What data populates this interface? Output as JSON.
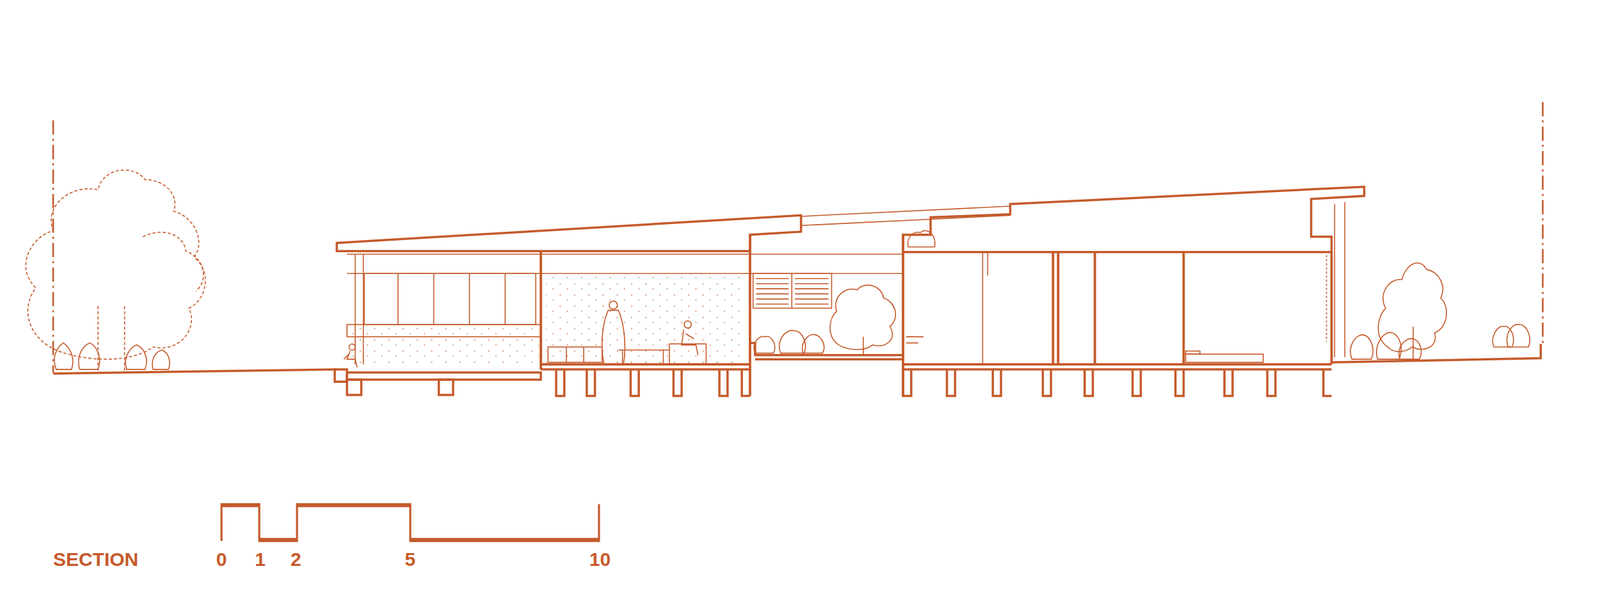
{
  "diagram": {
    "title": "SECTION",
    "labels": [
      "0",
      "1",
      "2",
      "5",
      "10"
    ]
  }
}
